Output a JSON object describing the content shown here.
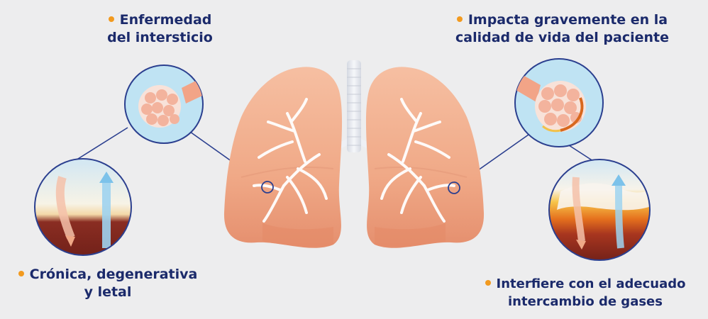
{
  "labels": {
    "top_left": {
      "line1": "Enfermedad",
      "line2": "del intersticio"
    },
    "top_right": {
      "line1": "Impacta gravemente en la",
      "line2": "calidad de vida del paciente"
    },
    "bottom_left": {
      "line1": "Crónica, degenerativa",
      "line2": "y letal"
    },
    "bottom_right": {
      "line1": "Interfiere con el adecuado",
      "line2": "intercambio de gases"
    }
  },
  "colors": {
    "title_text": "#1b2a6b",
    "bullet": "#f29a1f",
    "connector": "#2b3f8f",
    "lung": "#f0a987",
    "bronchi": "#ffffff",
    "trachea": "#e6e9ef",
    "circle_fill": "#bfe3f3",
    "circle_border": "#2b3f8f"
  },
  "icons": {
    "alveoli_healthy": "alveoli-healthy-icon",
    "alveoli_damaged": "alveoli-damaged-icon",
    "exchange_normal": "gas-exchange-normal-icon",
    "exchange_impaired": "gas-exchange-impaired-icon"
  }
}
